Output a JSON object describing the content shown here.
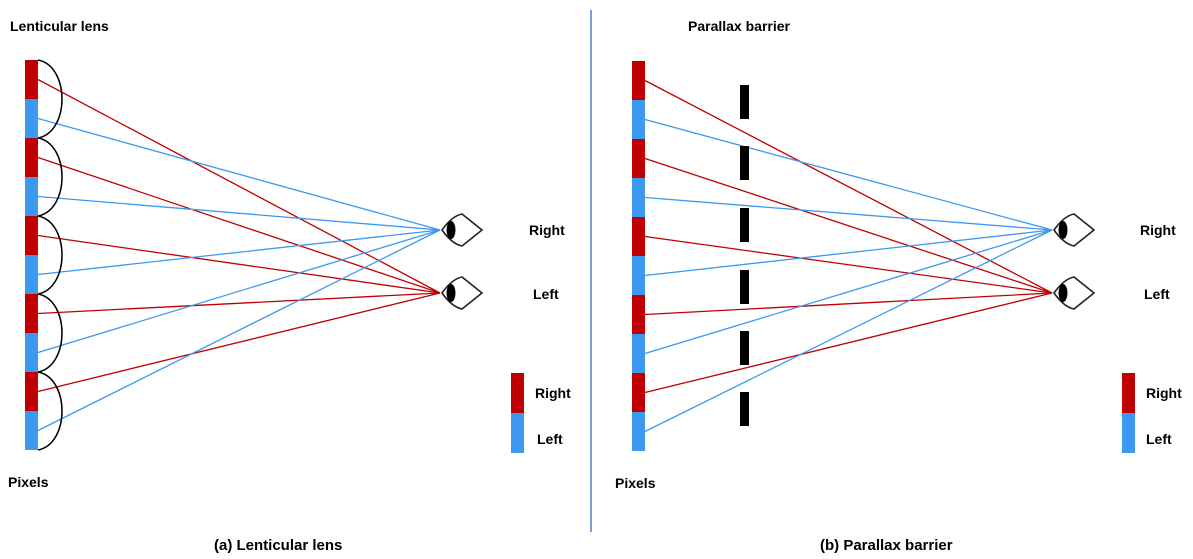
{
  "panel_a": {
    "top_label": "Lenticular lens",
    "bottom_label": "Pixels",
    "eye_right_label": "Right",
    "eye_left_label": "Left",
    "legend": {
      "right_label": "Right",
      "left_label": "Left"
    },
    "caption": "(a) Lenticular lens"
  },
  "panel_b": {
    "top_label": "Parallax barrier",
    "bottom_label": "Pixels",
    "eye_right_label": "Right",
    "eye_left_label": "Left",
    "legend": {
      "right_label": "Right",
      "left_label": "Left"
    },
    "caption": "(b) Parallax barrier"
  },
  "colors": {
    "right_pixel": "#c00000",
    "left_pixel": "#3d98ef",
    "right_ray": "#c00000",
    "left_ray": "#3d98ef",
    "divider": "#2f6fb8",
    "barrier": "#000000"
  }
}
